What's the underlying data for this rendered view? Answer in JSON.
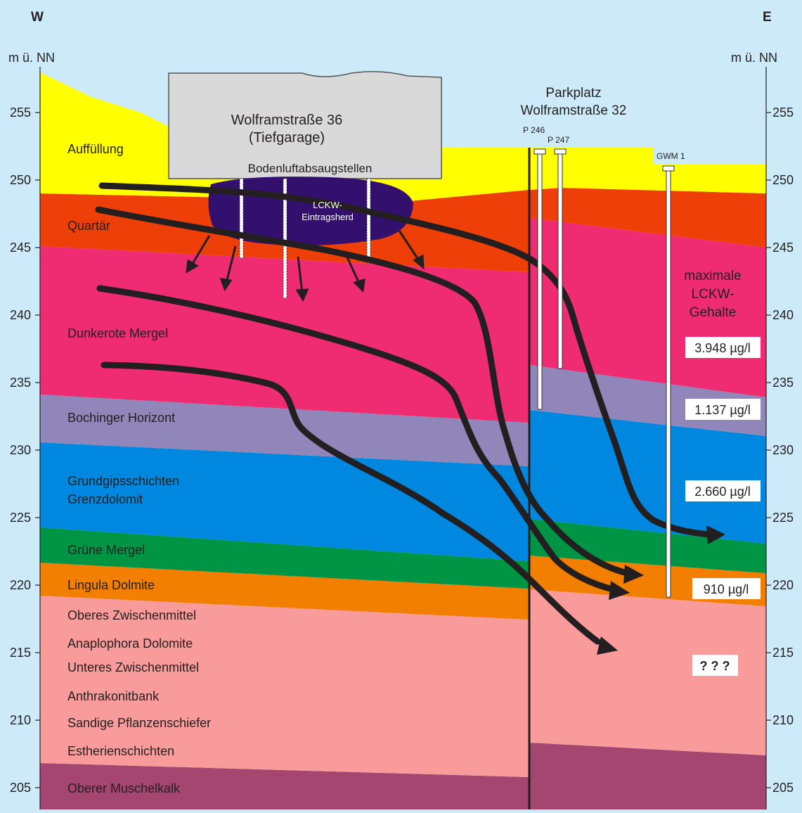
{
  "orientation": {
    "west": "W",
    "east": "E"
  },
  "axis": {
    "unit_left": "m ü. NN",
    "unit_right": "m ü. NN",
    "ticks": [
      "255",
      "250",
      "245",
      "240",
      "235",
      "230",
      "225",
      "220",
      "215",
      "210",
      "205"
    ]
  },
  "buildings": {
    "garage_title": "Wolframstraße 36",
    "garage_subtitle": "(Tiefgarage)",
    "extraction_points": "Bodenluftabsaugstellen",
    "parking_line1": "Parkplatz",
    "parking_line2": "Wolframstraße 32"
  },
  "source_zone": {
    "line1": "LCKW-",
    "line2": "Eintragsherd"
  },
  "wells": {
    "p246": "P 246",
    "p247": "P 247",
    "gwm1": "GWM 1"
  },
  "layers": [
    {
      "name": "Auffüllung",
      "color": "#ffff00"
    },
    {
      "name": "Quartär",
      "color": "#ee3f08"
    },
    {
      "name": "Dunkerote Mergel",
      "color": "#ef2b72"
    },
    {
      "name": "Bochinger Horizont",
      "color": "#9186b9"
    },
    {
      "name": "Grundgipsschichten",
      "color": "#0087df"
    },
    {
      "name": "Grenzdolomit",
      "color": "#0087df"
    },
    {
      "name": "Grüne Mergel",
      "color": "#009545"
    },
    {
      "name": "Lingula Dolmite",
      "color": "#f27f00"
    },
    {
      "name": "Oberes Zwischenmittel",
      "color": "#f89b9a"
    },
    {
      "name": "Anaplophora Dolomite",
      "color": "#f89b9a"
    },
    {
      "name": "Unteres Zwischenmittel",
      "color": "#f89b9a"
    },
    {
      "name": "Anthrakonitbank",
      "color": "#f89b9a"
    },
    {
      "name": "Sandige Pflanzenschiefer",
      "color": "#f89b9a"
    },
    {
      "name": "Estherienschichten",
      "color": "#f89b9a"
    },
    {
      "name": "Oberer Muschelkalk",
      "color": "#a54670"
    }
  ],
  "concentrations": {
    "title_line1": "maximale",
    "title_line2": "LCKW-",
    "title_line3": "Gehalte",
    "values": [
      "3.948 µg/l",
      "1.137 µg/l",
      "2.660 µg/l",
      "910 µg/l",
      "? ? ?"
    ]
  },
  "colors": {
    "background": "#cdeaf9",
    "source_zone": "#34106e",
    "arrow": "#231f20"
  }
}
